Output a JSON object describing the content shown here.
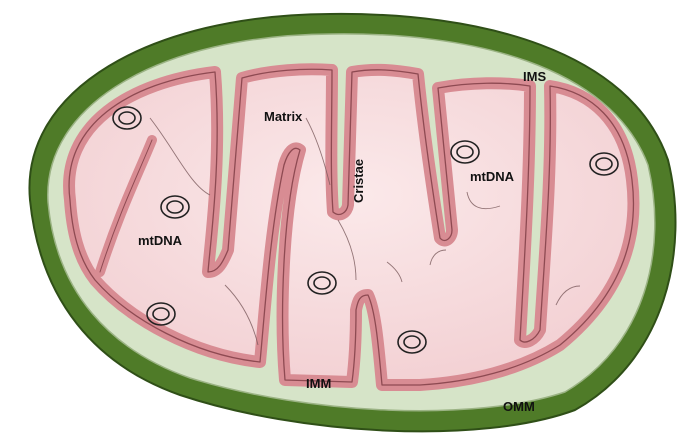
{
  "labels": {
    "ims": "IMS",
    "matrix": "Matrix",
    "cristae": "Cristae",
    "mtdna_left": "mtDNA",
    "mtdna_right": "mtDNA",
    "imm": "IMM",
    "omm": "OMM"
  },
  "colors": {
    "outer_membrane": "#4f7b28",
    "outer_membrane_edge": "#2f4f17",
    "intermembrane_space": "#d6e4c8",
    "inner_membrane": "#d88c93",
    "inner_membrane_edge": "#8e4a52",
    "matrix": "#f6d7d9",
    "mtdna_ring": "#222222"
  },
  "icons": {
    "mtdna": "double-ring",
    "crista_fold": "membrane-fold"
  }
}
